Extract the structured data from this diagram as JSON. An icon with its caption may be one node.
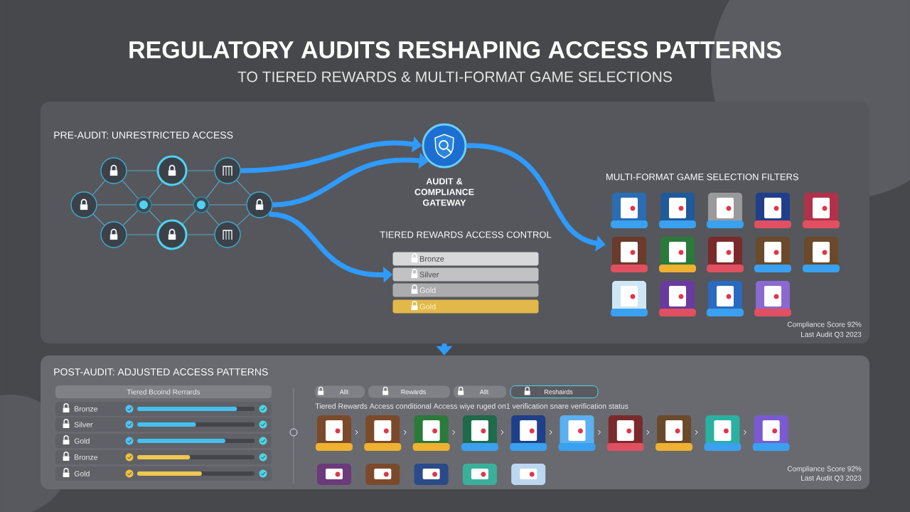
{
  "diagram": {
    "title": "REGULATORY AUDITS RESHAPING ACCESS PATTERNS",
    "caption": "TO TIERED REWARDS & MULTI-FORMAT GAME SELECTIONS",
    "nodes": [
      {
        "text": [
          "PRE-AUDIT: UNRESTRICTED ACCESS"
        ]
      },
      {
        "text": [],
        "shape": "circle",
        "in": 0
      },
      {
        "text": [],
        "shape": "circle",
        "in": 0
      },
      {
        "text": [],
        "shape": "circle",
        "in": 0
      },
      {
        "text": [],
        "shape": "circle",
        "in": 0
      },
      {
        "text": [],
        "shape": "circle",
        "in": 0
      },
      {
        "text": [],
        "shape": "circle",
        "in": 0
      },
      {
        "text": [],
        "shape": "circle",
        "in": 0
      },
      {
        "text": [],
        "shape": "circle",
        "in": 0
      },
      {
        "text": [],
        "shape": "circle",
        "in": 0
      },
      {
        "text": [],
        "shape": "circle",
        "in": 0
      },
      {
        "text": [
          "AUDIT & COMPLIANCE GATEWAY"
        ],
        "in": 0
      },
      {
        "text": [
          "TIERED REWARDS ACCESS CONTROL"
        ],
        "in": 0
      },
      {
        "text": [
          "Bronze"
        ],
        "in": 0
      },
      {
        "text": [
          "Silver"
        ],
        "in": 0
      },
      {
        "text": [
          "Gold"
        ],
        "in": 0
      },
      {
        "text": [
          "Gold"
        ],
        "in": 0
      },
      {
        "text": [
          "MULTI-FORMAT GAME SELECTION FILTERS"
        ],
        "in": 0
      },
      {
        "text": [
          "POST-AUDIT: ADJUSTED ACCESS PATTERNS"
        ]
      }
    ],
    "edges": [
      {
        "from": 1,
        "to": 2,
        "arrow": "none"
      },
      {
        "from": 2,
        "to": 3,
        "arrow": "none"
      },
      {
        "from": 4,
        "to": 5,
        "arrow": "none"
      },
      {
        "from": 5,
        "to": 6,
        "arrow": "none"
      },
      {
        "from": 6,
        "to": 7,
        "arrow": "none"
      },
      {
        "from": 8,
        "to": 9,
        "arrow": "none"
      },
      {
        "from": 9,
        "to": 10,
        "arrow": "none"
      },
      {
        "from": 4,
        "to": 1,
        "arrow": "none"
      },
      {
        "from": 4,
        "to": 8,
        "arrow": "none"
      },
      {
        "from": 1,
        "to": 5,
        "arrow": "none"
      },
      {
        "from": 8,
        "to": 5,
        "arrow": "none"
      },
      {
        "from": 5,
        "to": 2,
        "arrow": "none"
      },
      {
        "from": 5,
        "to": 9,
        "arrow": "none"
      },
      {
        "from": 2,
        "to": 6,
        "arrow": "none"
      },
      {
        "from": 9,
        "to": 6,
        "arrow": "none"
      },
      {
        "from": 6,
        "to": 3,
        "arrow": "none"
      },
      {
        "from": 6,
        "to": 10,
        "arrow": "none"
      },
      {
        "from": 3,
        "to": 7,
        "arrow": "none"
      },
      {
        "from": 10,
        "to": 7,
        "arrow": "none"
      },
      {
        "from": 3,
        "to": 11,
        "arrow": "to",
        "style": "thick",
        "color": "#2f9bff"
      },
      {
        "from": 7,
        "to": 11,
        "arrow": "to",
        "style": "thick",
        "color": "#2f9bff"
      },
      {
        "from": 7,
        "to": 14,
        "arrow": "to",
        "style": "thick",
        "color": "#2f9bff"
      },
      {
        "from": 11,
        "to": 17,
        "arrow": "to",
        "style": "thick",
        "color": "#2f9bff"
      },
      {
        "from": 0,
        "to": 18,
        "arrow": "to",
        "style": "thick",
        "color": "#2f9bff"
      }
    ],
    "labels": [
      "Compliance Score 92%",
      "Last Audit Q3 2023",
      "Tiered Bcoind Rerrards",
      "Bronze",
      "Silver",
      "Gold",
      "Bronze",
      "Gold",
      "Allt",
      "Rewards",
      "Allt",
      "Reshairds",
      "Tiered Rewards Access conditional Access wiye ruged on1 verification snare verification status",
      "Compliance Score 92%",
      "Last Audit Q3 2023"
    ]
  }
}
